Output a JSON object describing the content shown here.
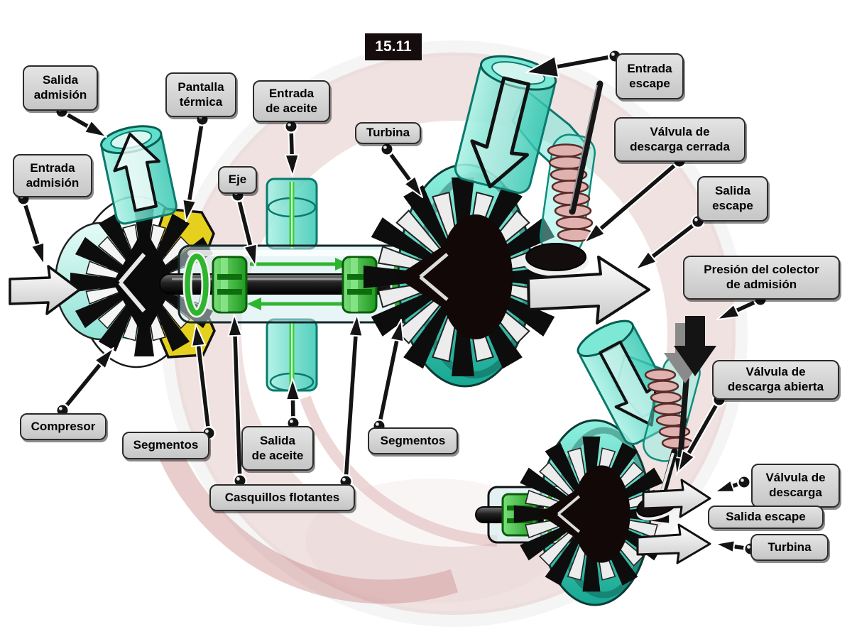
{
  "figure_number": "15.11",
  "labels": {
    "salida_admision": "Salida\nadmisión",
    "entrada_admision": "Entrada\nadmisión",
    "pantalla_termica": "Pantalla\ntérmica",
    "entrada_aceite": "Entrada\nde aceite",
    "eje": "Eje",
    "turbina_superior": "Turbina",
    "entrada_escape": "Entrada\nescape",
    "valvula_descarga_cerrada": "Válvula de\ndescarga cerrada",
    "salida_escape_superior": "Salida\nescape",
    "presion_colector": "Presión del colector\nde admisión",
    "valvula_descarga_abierta": "Válvula de\ndescarga abierta",
    "valvula_descarga": "Válvula de\ndescarga",
    "salida_escape_inferior": "Salida escape",
    "turbina_inferior": "Turbina",
    "compresor": "Compresor",
    "segmentos_izquierda": "Segmentos",
    "salida_aceite": "Salida\nde aceite",
    "segmentos_derecha": "Segmentos",
    "casquillos_flotantes": "Casquillos flotantes"
  },
  "colors": {
    "housing_teal": "#2cc4ae",
    "housing_light_teal": "#bfeee6",
    "bearing_green": "#2db52d",
    "oil_line_green": "#3ecf3e",
    "heat_shield_yellow": "#e6d01e",
    "spring_pink": "#dfb2af",
    "shaft_black": "#111111",
    "label_background": "#d2d2d2",
    "label_border": "#2b2b2b",
    "figure_box_background": "#150d0d",
    "figure_box_text": "#ffffff",
    "watermark_pink": "#e7cfcf"
  }
}
